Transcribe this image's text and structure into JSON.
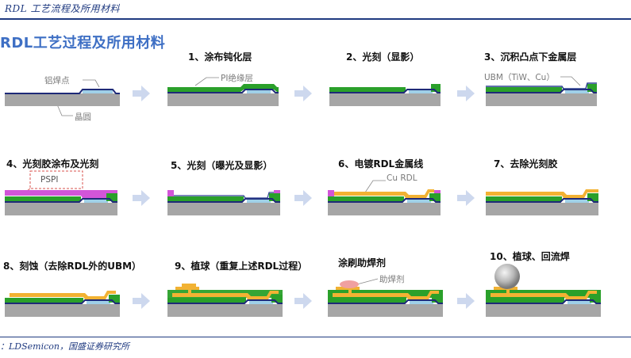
{
  "header": {
    "title": "RDL 工艺流程及所用材料"
  },
  "main": {
    "title": "RDL工艺过程及所用材料"
  },
  "labels": {
    "al_pad": "铝焊点",
    "wafer": "晶圆",
    "pi_layer": "PI绝缘层",
    "ubm": "UBM（TiW、Cu）",
    "pspi": "PSPI",
    "cu_rdl": "Cu RDL",
    "flux": "助焊剂"
  },
  "steps": [
    {
      "label": "1、涂布钝化层"
    },
    {
      "label": "2、光刻（显影）"
    },
    {
      "label": "3、沉积凸点下金属层"
    },
    {
      "label": "4、光刻胶涂布及光刻"
    },
    {
      "label": "5、光刻（曝光及显影）"
    },
    {
      "label": "6、电镀RDL金属线"
    },
    {
      "label": "7、去除光刻胶"
    },
    {
      "label": "8、刻蚀（去除RDL外的UBM）"
    },
    {
      "label": "9、植球（重复上述RDL过程）"
    },
    {
      "label": "涂刷助焊剂"
    },
    {
      "label": "10、植球、回流焊"
    }
  ],
  "footer": {
    "source": "：LDSemicon，国盛证券研究所"
  },
  "colors": {
    "brand": "#1f3a80",
    "title_blue": "#3e6fc4",
    "wafer": "#a6a6a6",
    "passivation": "#1e2a78",
    "pi": "#2aa02a",
    "pad": "#9fd0e8",
    "ubm": "#2a3f8f",
    "pspi": "#d255d8",
    "copper": "#f2b233",
    "flux": "#f0a0a0",
    "ball": "#b8b8b8",
    "arrow": "#cdd8ee"
  }
}
